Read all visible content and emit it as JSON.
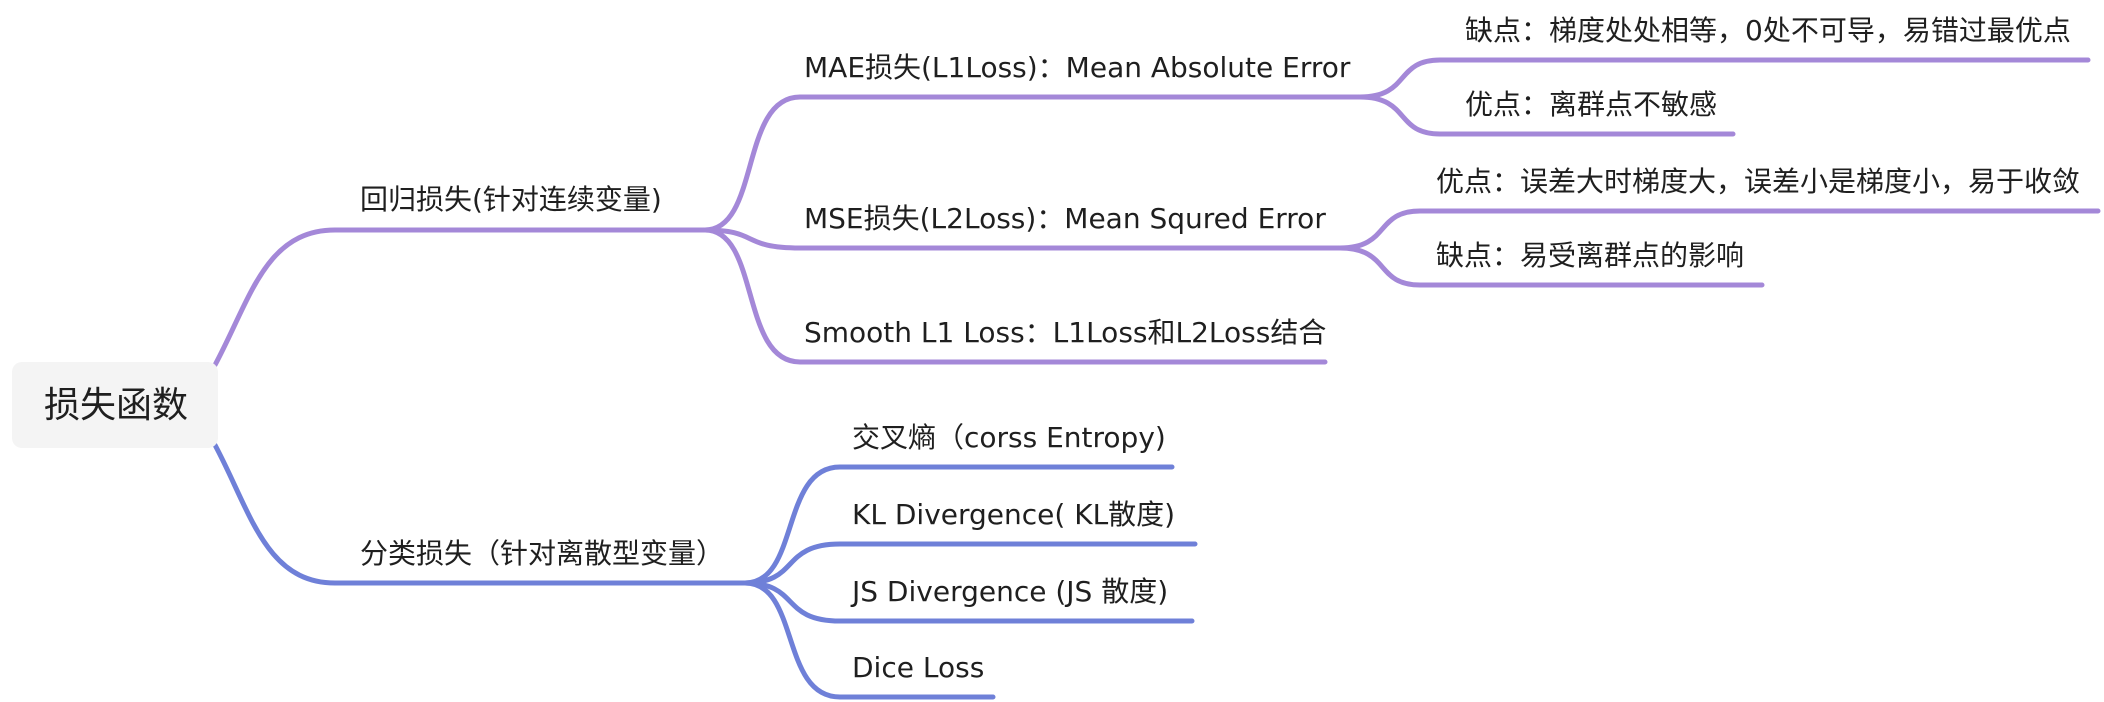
{
  "root": {
    "label": "损失函数"
  },
  "branches": [
    {
      "label": "回归损失(针对连续变量)",
      "color": "#a488d8",
      "children": [
        {
          "label": "MAE损失(L1Loss)：Mean Absolute Error",
          "children": [
            {
              "label": "缺点：梯度处处相等，0处不可导，易错过最优点"
            },
            {
              "label": "优点：离群点不敏感"
            }
          ]
        },
        {
          "label": "MSE损失(L2Loss)：Mean Squred Error",
          "children": [
            {
              "label": "优点：误差大时梯度大，误差小是梯度小，易于收敛"
            },
            {
              "label": "缺点：易受离群点的影响"
            }
          ]
        },
        {
          "label": "Smooth L1 Loss：L1Loss和L2Loss结合"
        }
      ]
    },
    {
      "label": "分类损失（针对离散型变量）",
      "color": "#6f80d8",
      "children": [
        {
          "label": "交叉熵（corss Entropy)"
        },
        {
          "label": "KL Divergence( KL散度)"
        },
        {
          "label": "JS Divergence (JS 散度)"
        },
        {
          "label": "Dice Loss"
        }
      ]
    }
  ]
}
